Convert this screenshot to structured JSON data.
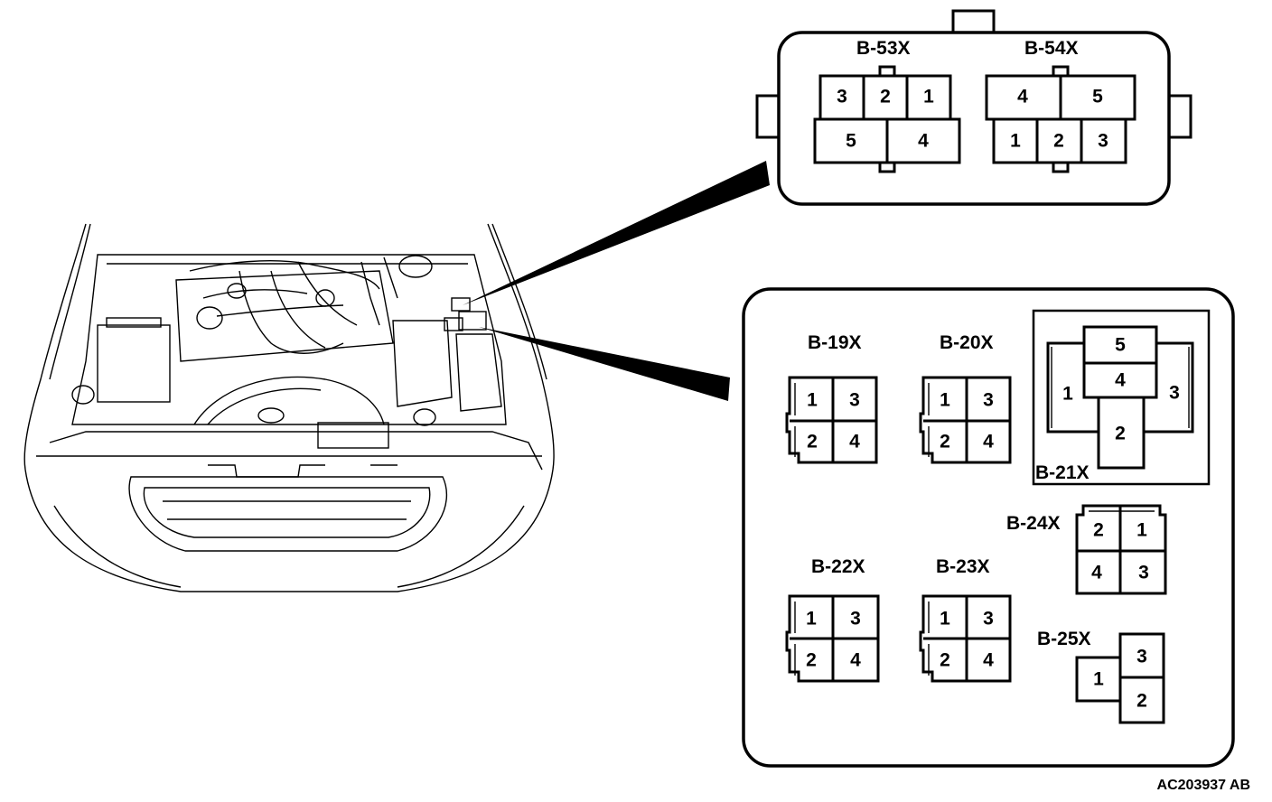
{
  "top_callout": {
    "connectors": [
      {
        "id": "B-53X",
        "pins_top": [
          "3",
          "2",
          "1"
        ],
        "pins_bottom": [
          "5",
          "4"
        ]
      },
      {
        "id": "B-54X",
        "pins_top": [
          "4",
          "5"
        ],
        "pins_bottom": [
          "1",
          "2",
          "3"
        ]
      }
    ]
  },
  "bottom_callout": {
    "connectors": [
      {
        "id": "B-19X",
        "pins": [
          "1",
          "3",
          "2",
          "4"
        ]
      },
      {
        "id": "B-20X",
        "pins": [
          "1",
          "3",
          "2",
          "4"
        ]
      },
      {
        "id": "B-21X",
        "pins": [
          "5",
          "4",
          "1",
          "3",
          "2"
        ]
      },
      {
        "id": "B-24X",
        "pins": [
          "2",
          "1",
          "4",
          "3"
        ]
      },
      {
        "id": "B-22X",
        "pins": [
          "1",
          "3",
          "2",
          "4"
        ]
      },
      {
        "id": "B-23X",
        "pins": [
          "1",
          "3",
          "2",
          "4"
        ]
      },
      {
        "id": "B-25X",
        "pins": [
          "3",
          "1",
          "2"
        ]
      }
    ]
  },
  "figure_code": "AC203937 AB",
  "colors": {
    "line": "#000000",
    "background": "#ffffff"
  }
}
